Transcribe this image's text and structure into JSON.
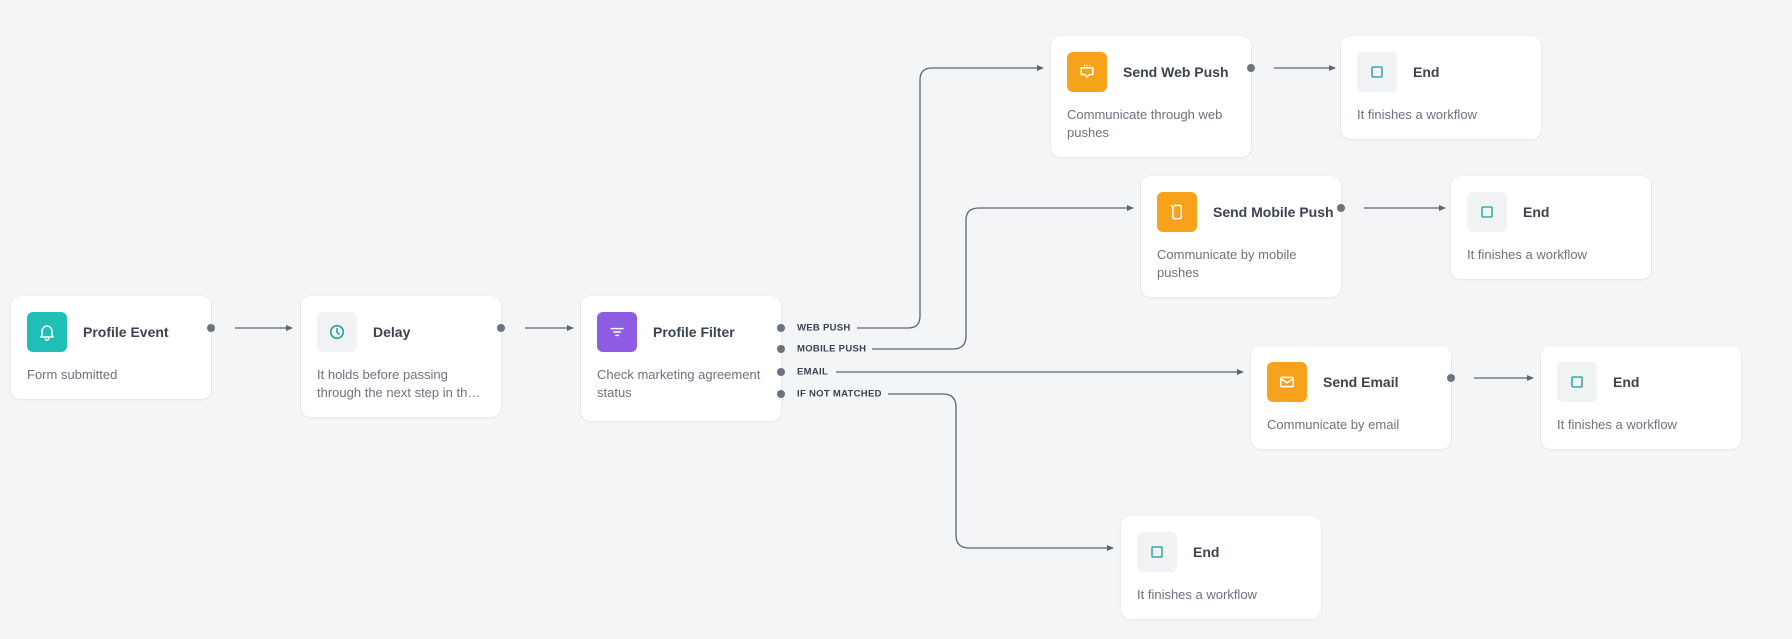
{
  "nodes": {
    "profile_event": {
      "title": "Profile Event",
      "desc": "Form submitted",
      "icon": "bell-icon"
    },
    "delay": {
      "title": "Delay",
      "desc": "It holds before passing through the next step in the workflow",
      "icon": "clock-icon"
    },
    "profile_filter": {
      "title": "Profile Filter",
      "desc": "Check marketing agreement status",
      "icon": "filter-icon"
    },
    "send_web_push": {
      "title": "Send Web Push",
      "desc": "Communicate through web pushes",
      "icon": "web-push-icon"
    },
    "send_mobile_push": {
      "title": "Send Mobile Push",
      "desc": "Communicate by mobile pushes",
      "icon": "mobile-push-icon"
    },
    "send_email": {
      "title": "Send Email",
      "desc": "Communicate by email",
      "icon": "envelope-icon"
    },
    "end_web_push": {
      "title": "End",
      "desc": "It finishes a workflow",
      "icon": "stop-square-icon"
    },
    "end_mobile_push": {
      "title": "End",
      "desc": "It finishes a workflow",
      "icon": "stop-square-icon"
    },
    "end_email": {
      "title": "End",
      "desc": "It finishes a workflow",
      "icon": "stop-square-icon"
    },
    "end_not_matched": {
      "title": "End",
      "desc": "It finishes a workflow",
      "icon": "stop-square-icon"
    }
  },
  "branches": {
    "web_push": "WEB PUSH",
    "mobile_push": "MOBILE PUSH",
    "email": "EMAIL",
    "not_matched": "IF NOT MATCHED"
  },
  "colors": {
    "teal": "#1fbfb8",
    "purple": "#8e5be3",
    "orange": "#f7a21b",
    "connector": "#5d6573",
    "end_icon": "#1a9c96"
  }
}
